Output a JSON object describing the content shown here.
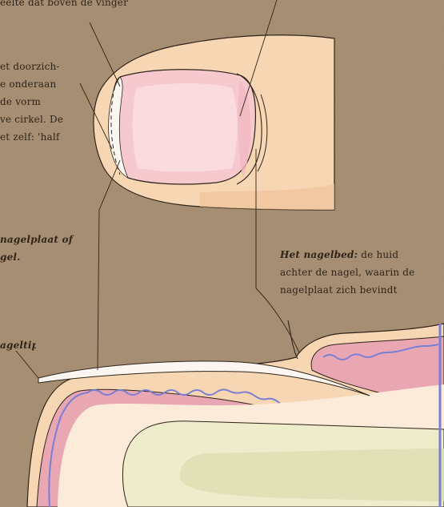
{
  "labels": {
    "top_partial": "eelte dat boven de vinger",
    "lunula_lines": [
      "et doorzich-",
      "e onderaan",
      "de vorm",
      "ve cirkel. De",
      "et zelf: 'half"
    ],
    "plate_lines": [
      "nagelplaat of",
      "gel."
    ],
    "nailbed_term": "Het nagelbed:",
    "nailbed_lines": [
      "de huid",
      "achter de nagel, waarin de",
      "nagelplaat zich bevindt"
    ],
    "tip_partial": "ageltip"
  },
  "colors": {
    "paper": "#a88e72",
    "skin": "#f7d6b4",
    "nail_pink": "#f6c9cf",
    "tissue_pink": "#e9a6b3",
    "vein_blue": "#7a7fd4",
    "bone": "#e6e4c0",
    "ink": "#2e2418"
  }
}
